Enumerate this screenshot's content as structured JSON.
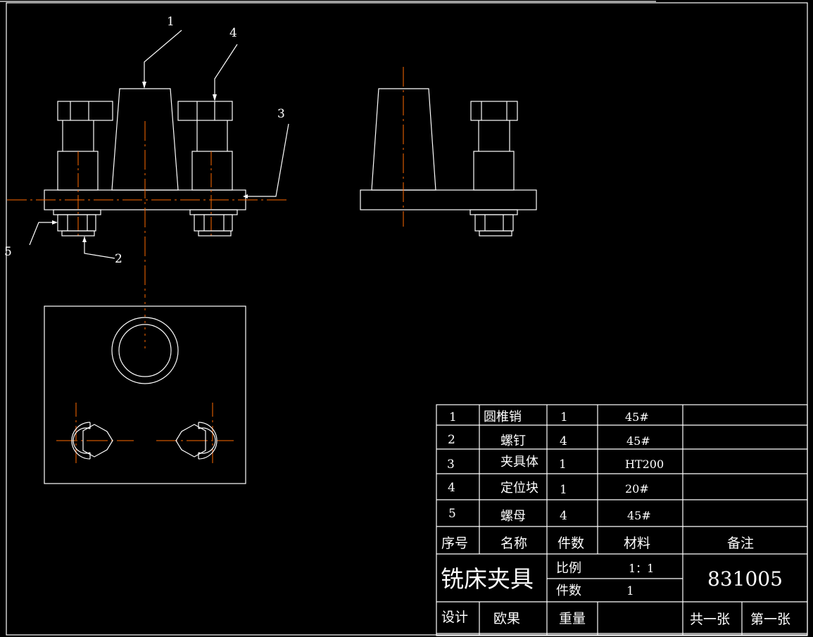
{
  "colors": {
    "background": "#000000",
    "line": "#ffffff",
    "centerline": "#ff6a00"
  },
  "callouts": [
    "1",
    "2",
    "3",
    "4",
    "5"
  ],
  "bom": [
    {
      "no": "1",
      "name": "圆椎销",
      "qty": "1",
      "material": "45#",
      "note": ""
    },
    {
      "no": "2",
      "name": "螺钉",
      "qty": "4",
      "material": "45#",
      "note": ""
    },
    {
      "no": "3",
      "name": "夹具体",
      "qty": "1",
      "material": "HT200",
      "note": ""
    },
    {
      "no": "4",
      "name": "定位块",
      "qty": "1",
      "material": "20#",
      "note": ""
    },
    {
      "no": "5",
      "name": "螺母",
      "qty": "4",
      "material": "45#",
      "note": ""
    }
  ],
  "header": {
    "no": "序号",
    "name": "名称",
    "qty": "件数",
    "material": "材料",
    "note": "备注"
  },
  "title_block": {
    "title": "铣床夹具",
    "scale_label": "比例",
    "scale": "1：1",
    "count_label": "件数",
    "count": "1",
    "drawing_no": "831005",
    "designer_label": "设计",
    "designer": "欧果",
    "weight_label": "重量",
    "sheets_total": "共一张",
    "sheet_no": "第一张"
  }
}
